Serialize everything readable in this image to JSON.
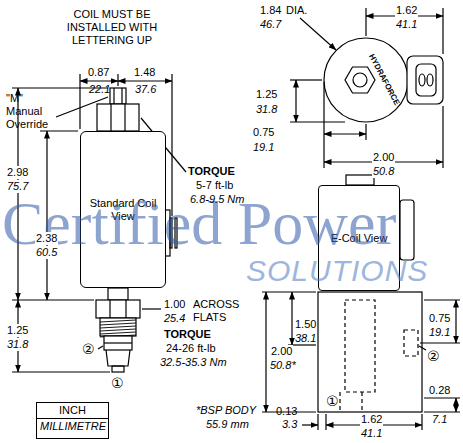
{
  "diagram": {
    "nodes": [
      {
        "text": [
          "Standard Coil View"
        ]
      },
      {
        "text": [
          "E-Coil View"
        ]
      },
      {
        "text": [
          "INCH",
          "MILLIMETRE"
        ]
      }
    ],
    "labels": [
      "COIL MUST BE INSTALLED WITH LETTERING UP",
      "0.87",
      "22.1",
      "1.48",
      "37.6",
      "\"M\" Manual Override",
      "2.98",
      "75.7",
      "2.38",
      "60.5",
      "1.25",
      "31.8",
      "TORQUE",
      "5-7 ft-lb",
      "6.8-9.5 Nm",
      "1.00",
      "25.4",
      "ACROSS FLATS",
      "TORQUE",
      "24-26 ft-lb",
      "32.5-35.3 Nm",
      "②",
      "①",
      "1.84",
      "46.7",
      "DIA.",
      "1.62",
      "41.1",
      "1.25",
      "31.8",
      "HYDRAFORCE",
      "0.75",
      "19.1",
      "2.00",
      "50.8",
      "1.50",
      "38.1",
      "2.00",
      "50.8*",
      "0.75",
      "19.1",
      "②",
      "①",
      "0.13",
      "3.3",
      "1.62",
      "41.1",
      "0.28",
      "7.1",
      "*BSP BODY",
      "55.9 mm",
      "Certified Power",
      "SOLUTIONS"
    ]
  }
}
